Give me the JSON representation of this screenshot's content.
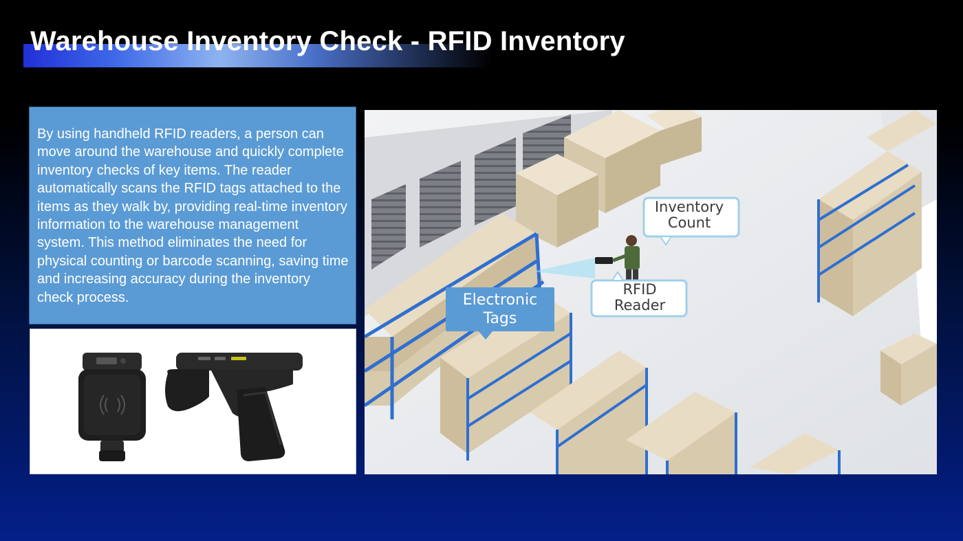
{
  "slide": {
    "title": "Warehouse Inventory Check - RFID Inventory",
    "description": "By using handheld RFID readers, a person can move around the warehouse and quickly complete inventory checks of key items. The reader automatically scans the RFID tags attached to the items as they walk by, providing real-time inventory information to the warehouse management system. This method eliminates the need for physical counting or barcode scanning, saving time and increasing accuracy during the inventory check process."
  },
  "scene": {
    "callouts": {
      "inventory_count_line1": "Inventory",
      "inventory_count_line2": "Count",
      "rfid_reader_line1": "RFID",
      "rfid_reader_line2": "Reader",
      "electronic_tags_line1": "Electronic",
      "electronic_tags_line2": "Tags"
    }
  },
  "colors": {
    "title_text": "#ffffff",
    "desc_box": "#5b9bd5",
    "callout_blue": "#5b9bd5",
    "shelf_blue": "#2f6fd0",
    "box_tan": "#d9cbb0"
  }
}
